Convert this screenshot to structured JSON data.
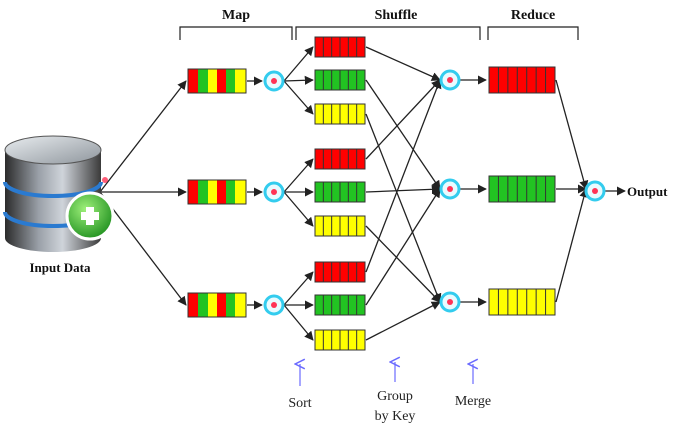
{
  "headers": {
    "map": "Map",
    "shuffle": "Shuffle",
    "reduce": "Reduce"
  },
  "input_label": "Input Data",
  "output_label": "Output",
  "annotations": {
    "sort": "Sort",
    "group_line1": "Group",
    "group_line2": "by Key",
    "merge": "Merge"
  },
  "colors": {
    "red": "#ff0000",
    "green": "#22c322",
    "yellow": "#ffff00",
    "merge_node_ring": "#33ccee",
    "merge_node_dot": "#ff3355",
    "annotation_arrow": "#6a6aff",
    "edge": "#222222"
  },
  "icons": {
    "input": "database-add-icon",
    "merge_node": "merge-node-icon"
  }
}
